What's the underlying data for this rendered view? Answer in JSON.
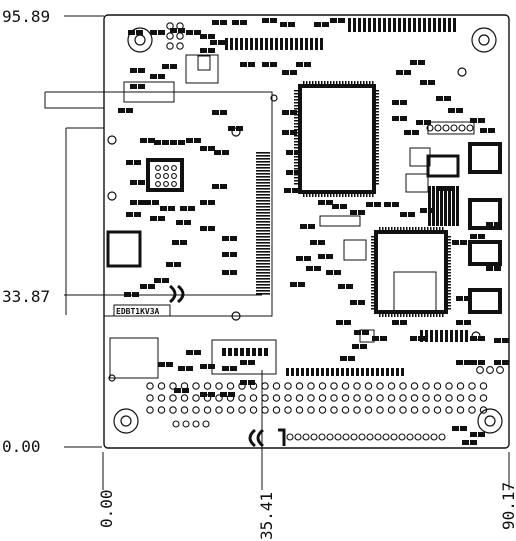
{
  "drawing": {
    "dim_top": "95.89",
    "dim_mid": "33.87",
    "dim_bottom": "0.00",
    "dim_x_left": "0.00",
    "dim_x_mid": "35.41",
    "dim_x_right": "90.17",
    "silk_label": "EDBT1KV3A",
    "colors": {
      "ink": "#111111",
      "paper": "#ffffff"
    }
  }
}
